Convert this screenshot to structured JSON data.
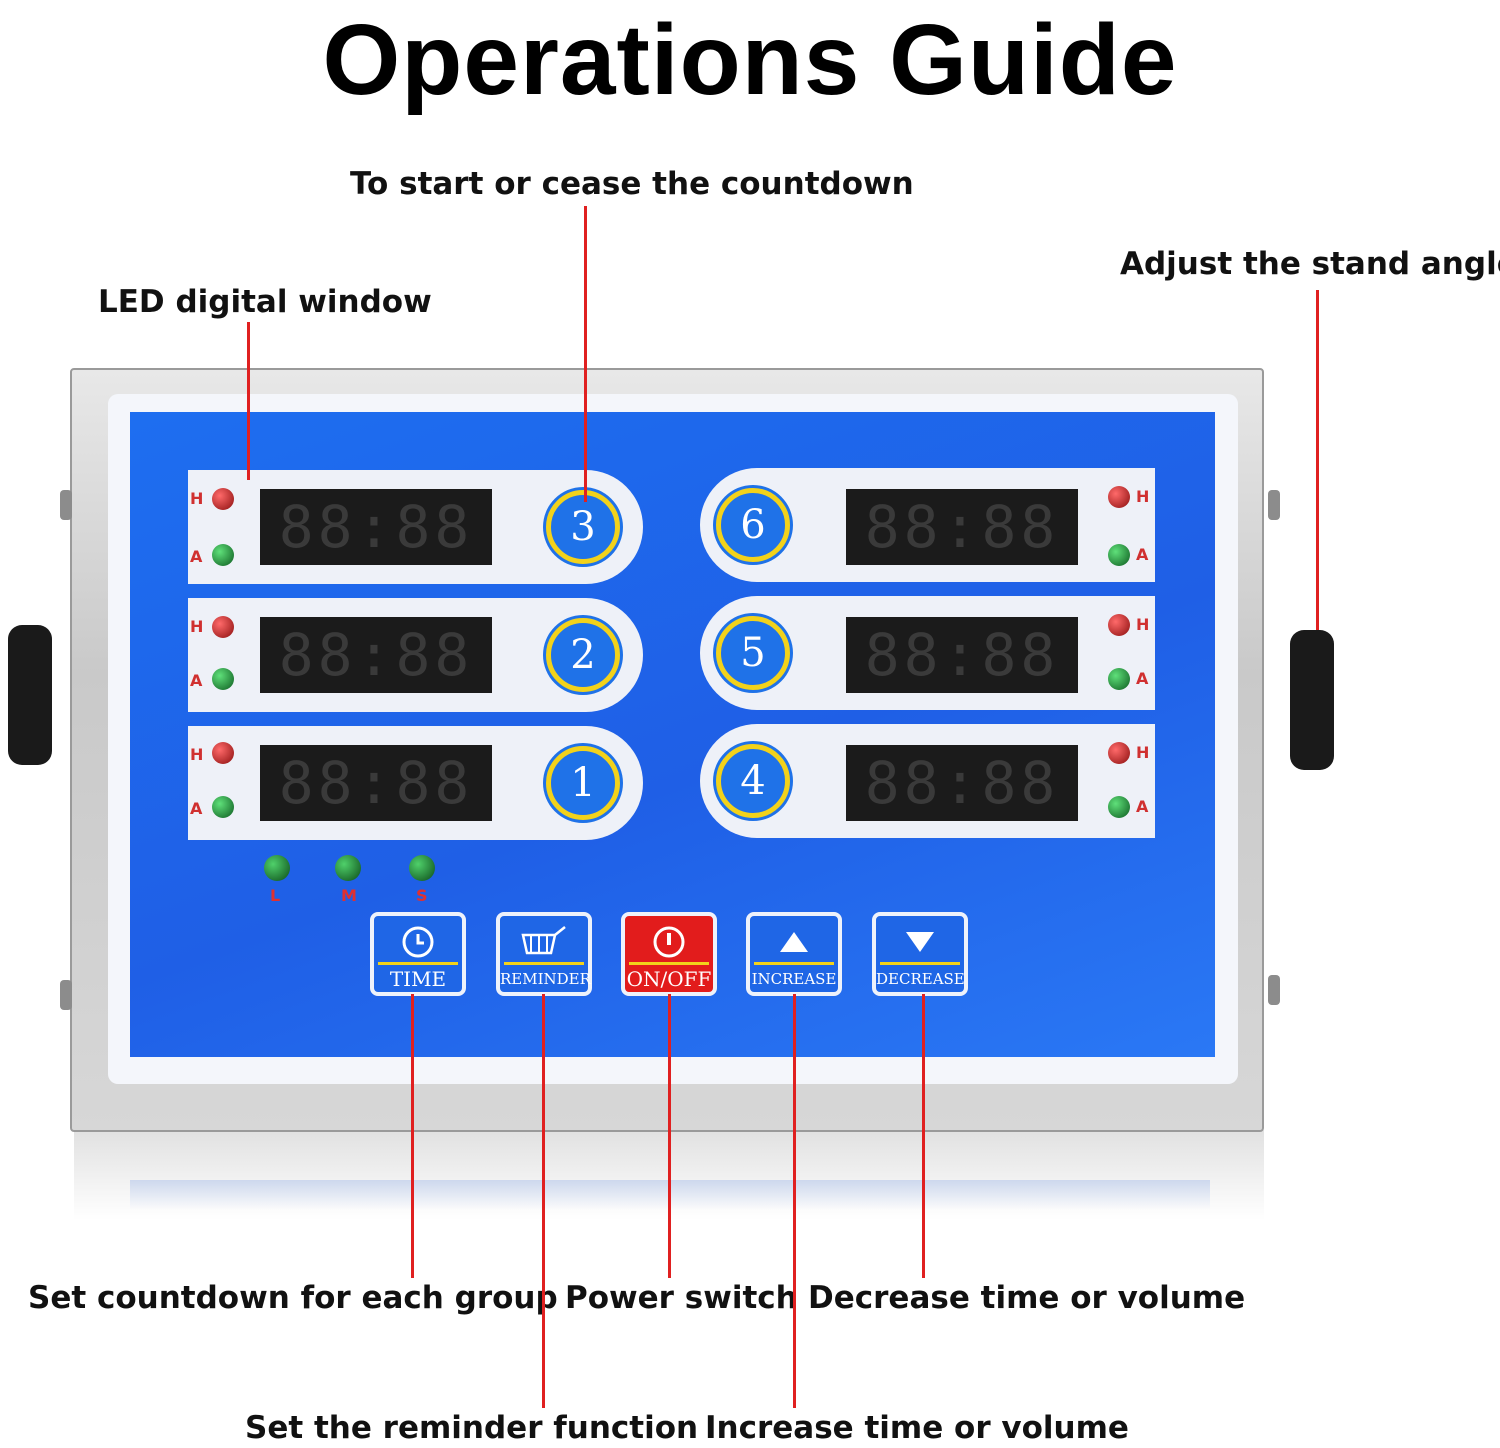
{
  "title": "Operations Guide",
  "callouts": {
    "start_cease": "To start or cease the countdown",
    "stand_angle": "Adjust the stand angle",
    "led_window": "LED digital window",
    "set_countdown": "Set countdown for each group",
    "power_switch": "Power switch",
    "decrease": "Decrease time or volume",
    "reminder": "Set the reminder function",
    "increase": "Increase time or volume"
  },
  "timers": {
    "left": [
      {
        "number": "3",
        "display": "88:88"
      },
      {
        "number": "2",
        "display": "88:88"
      },
      {
        "number": "1",
        "display": "88:88"
      }
    ],
    "right": [
      {
        "number": "6",
        "display": "88:88"
      },
      {
        "number": "5",
        "display": "88:88"
      },
      {
        "number": "4",
        "display": "88:88"
      }
    ],
    "led_labels": {
      "h": "H",
      "a": "A"
    }
  },
  "indicators": [
    "L",
    "M",
    "S"
  ],
  "buttons": {
    "time": "TIME",
    "reminder": "REMINDER",
    "onoff": "ON/OFF",
    "increase": "INCREASE",
    "decrease": "DECREASE"
  },
  "colors": {
    "panel_blue": "#1f5fe6",
    "leader_red": "#e02020",
    "ring_yellow": "#f2d21b",
    "power_red": "#e21c1c"
  }
}
